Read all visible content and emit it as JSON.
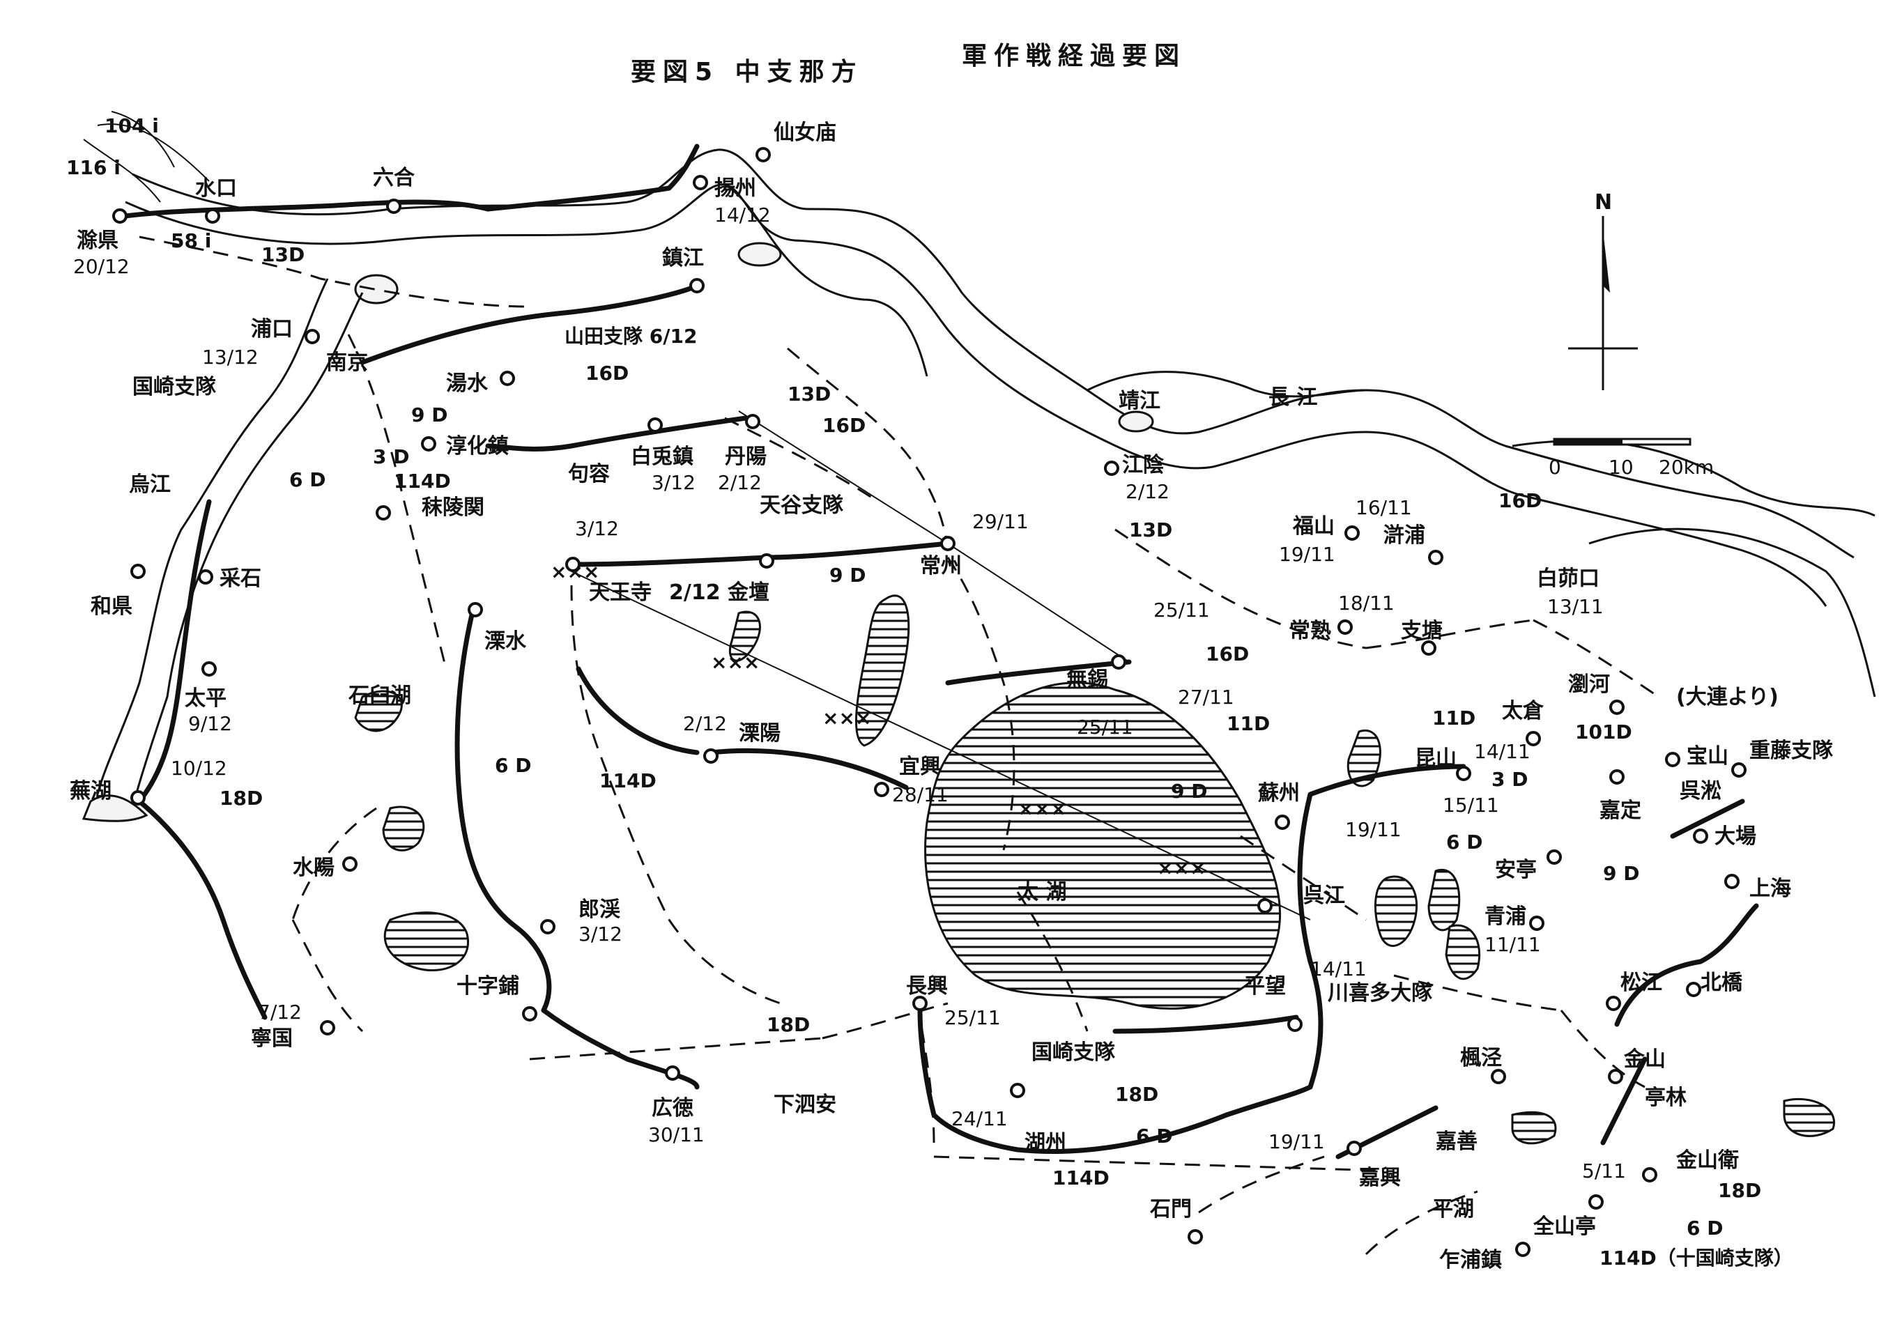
{
  "title": {
    "line1": "軍作戦経過要図",
    "line2": "要図5 中支那方"
  },
  "compass": {
    "north": "N"
  },
  "scale": {
    "t0": "0",
    "t1": "10",
    "t2": "20km"
  },
  "places": {
    "p104i": "104 i",
    "p116i": "116 i",
    "suiko": "水口",
    "p58i": "58 i",
    "joken": "滁県",
    "joken_d": "20/12",
    "p13d_a": "13D",
    "rikugo": "六合",
    "yoshu": "揚州",
    "yoshu_d": "14/12",
    "senjo": "仙女庙",
    "chinko": "鎮江",
    "yamada": "山田支隊 6/12",
    "hoko": "浦口",
    "hoko_d": "13/12",
    "nankin": "南京",
    "kunisaki": "国崎支隊",
    "tosui": "湯水",
    "p16d_a": "16D",
    "p9d_a": "9 D",
    "junka": "淳化鎮",
    "p3d_a": "3 D",
    "p114d_a": "114D",
    "kuyo": "句容",
    "hakuto": "白兎鎮",
    "hakuto_d": "3/12",
    "tanyo": "丹陽",
    "tanyo_d": "2/12",
    "p13d_b": "13D",
    "p16d_b": "16D",
    "uko": "烏江",
    "p6d_a": "6 D",
    "shuryo": "秣陵関",
    "d312a": "3/12",
    "tenya": "天谷支隊",
    "seiko": "靖江",
    "choko": "長 江",
    "koin": "江陰",
    "koin_d": "2/12",
    "p13d_c": "13D",
    "d2911": "29/11",
    "joshu": "常州",
    "tenno": "天王寺",
    "kintan": "2/12 金壇",
    "p9d_b": "9 D",
    "waken": "和県",
    "saiseki": "采石",
    "ritsusui": "溧水",
    "taihei": "太平",
    "taihei_d": "9/12",
    "sekijiku": "石臼湖",
    "d1012": "10/12",
    "buko": "蕪湖",
    "p18d_a": "18D",
    "p6d_b": "6 D",
    "d212b": "2/12",
    "ritsuyo": "溧陽",
    "p114d_b": "114D",
    "giko": "宜興",
    "giko_d": "28/11",
    "suiyo": "水陽",
    "rokei": "郎渓",
    "rokei_d": "3/12",
    "jujiho": "十字鋪",
    "d712": "7/12",
    "neikoku": "寧国",
    "choko2": "長興",
    "d2511a": "25/11",
    "p18d_b": "18D",
    "kotoku": "広徳",
    "kotoku_d": "30/11",
    "kashian": "下泗安",
    "taiko": "太 湖",
    "musha": "無錫",
    "musha_d": "25/11",
    "d2711": "27/11",
    "p11d_a": "11D",
    "p9d_c": "9 D",
    "d2511b": "25/11",
    "p16d_c": "16D",
    "fukusan": "福山",
    "fukusan_d": "19/11",
    "d1611": "16/11",
    "p16d_d": "16D",
    "shiho": "滸浦",
    "hakumo": "白茆口",
    "hakumo_d": "13/11",
    "d1811": "18/11",
    "joju": "常熟",
    "shito": "支塘",
    "p11d_b": "11D",
    "taiso": "太倉",
    "ryuka": "瀏河",
    "p101d": "101D",
    "tairen": "(大連より)",
    "soshu": "蘇州",
    "konzan": "昆山",
    "d1411": "14/11",
    "p3d_b": "3 D",
    "d1511": "15/11",
    "d1911": "19/11",
    "p6d_c": "6 D",
    "hozan": "宝山",
    "shigefuji": "重藤支隊",
    "katei": "嘉定",
    "gosho": "呉淞",
    "daijo": "大場",
    "antei": "安亭",
    "p9d_d": "9 D",
    "shanghai": "上海",
    "goko": "呉江",
    "seiho": "青浦",
    "seiho_d": "11/11",
    "heibo": "平望",
    "d1411b": "14/11",
    "kawakita": "川喜多大隊",
    "kunisaki2": "国崎支隊",
    "shoko": "松江",
    "hokkyo": "北橋",
    "fukei": "楓泾",
    "kinzan": "金山",
    "teirin": "亭林",
    "d2411": "24/11",
    "koshu": "湖州",
    "p18d_c": "18D",
    "p6d_d": "6 D",
    "p114d_c": "114D",
    "d1911b": "19/11",
    "kazen": "嘉善",
    "kako": "嘉興",
    "kinzanei": "金山衛",
    "d511": "5/11",
    "p18d_d": "18D",
    "heiko": "平湖",
    "kinzantei": "全山亭",
    "p6d_e": "6 D",
    "sekimon": "石門",
    "sakuho": "乍浦鎮",
    "p114d_d": "114D（十国崎支隊）"
  }
}
